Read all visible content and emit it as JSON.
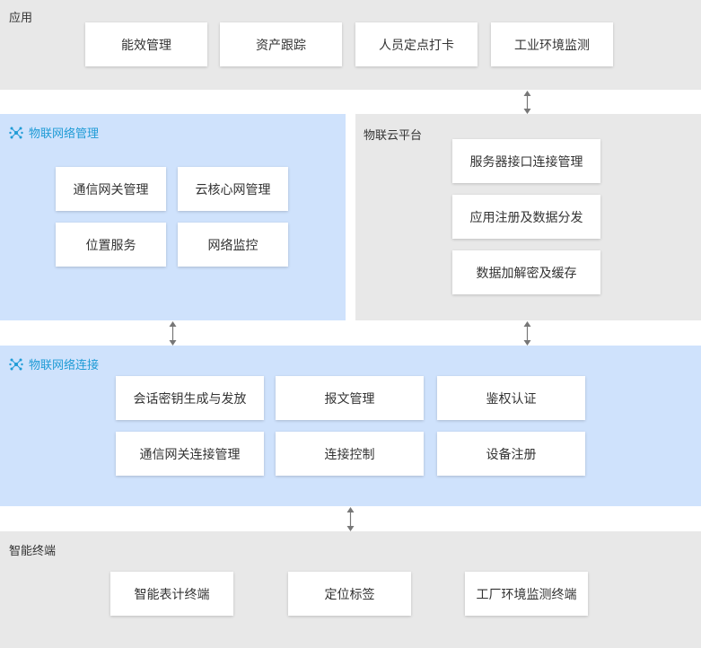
{
  "application": {
    "title": "应用",
    "items": [
      "能效管理",
      "资产跟踪",
      "人员定点打卡",
      "工业环境监测"
    ]
  },
  "iot_network_management": {
    "title": "物联网络管理",
    "icon": "network-nodes-icon",
    "items": [
      "通信网关管理",
      "云核心网管理",
      "位置服务",
      "网络监控"
    ]
  },
  "iot_cloud_platform": {
    "title": "物联云平台",
    "items": [
      "服务器接口连接管理",
      "应用注册及数据分发",
      "数据加解密及缓存"
    ]
  },
  "iot_network_connection": {
    "title": "物联网络连接",
    "icon": "network-nodes-icon",
    "items": [
      "会话密钥生成与发放",
      "报文管理",
      "鉴权认证",
      "通信网关连接管理",
      "连接控制",
      "设备注册"
    ]
  },
  "smart_terminal": {
    "title": "智能终端",
    "items": [
      "智能表计终端",
      "定位标签",
      "工厂环境监测终端"
    ]
  },
  "colors": {
    "gray_panel": "#e8e8e8",
    "blue_panel": "#cfe2fc",
    "accent": "#1f9bd6",
    "arrow": "#777777"
  }
}
